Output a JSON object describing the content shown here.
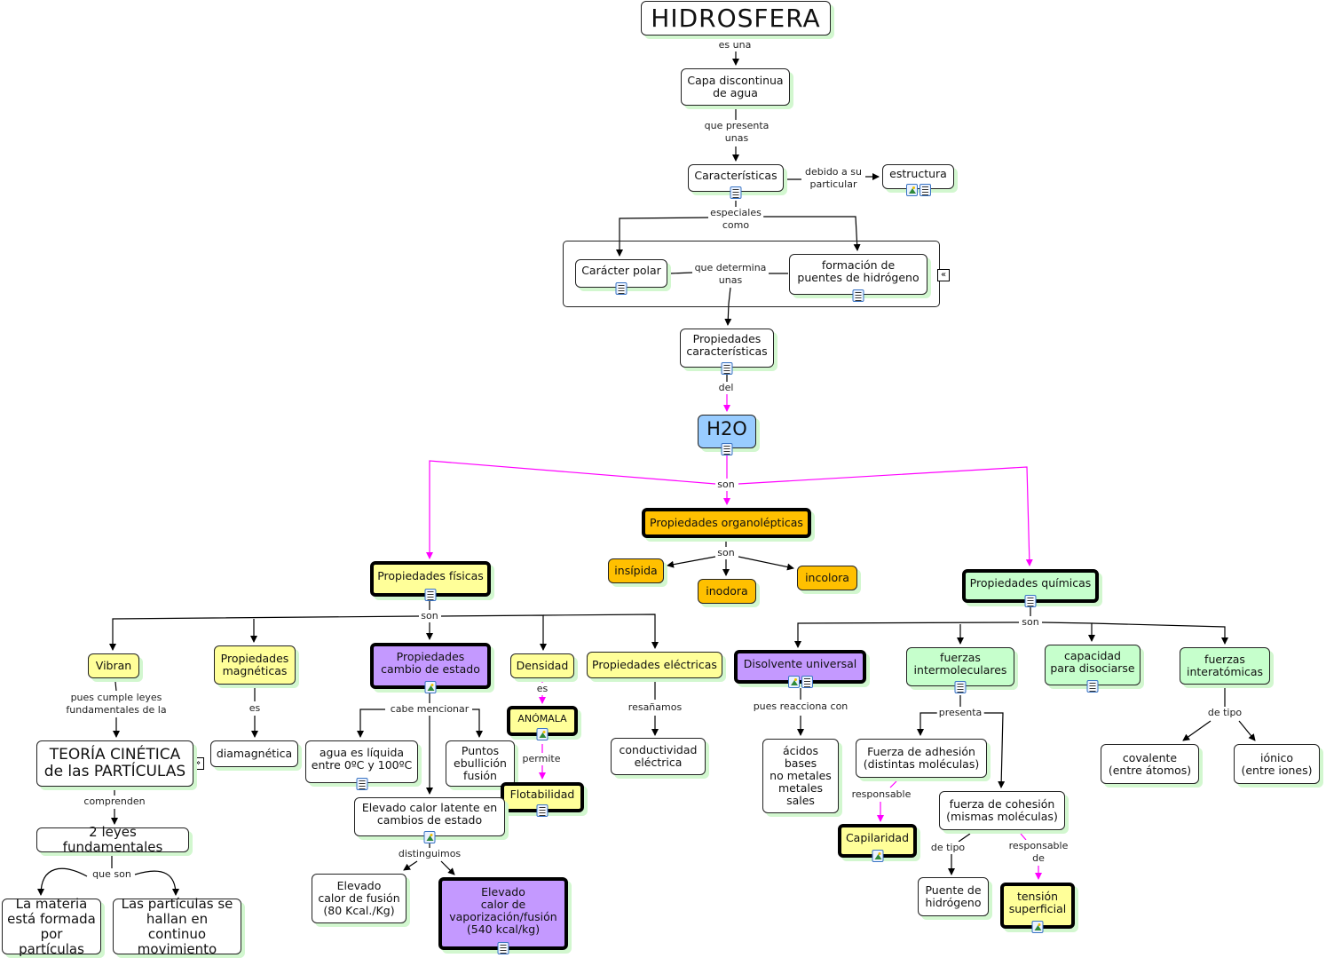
{
  "colors": {
    "yellow": "#ffff99",
    "purple": "#c499ff",
    "orange": "#ffc000",
    "green": "#c6ffcc",
    "blue": "#99ccff",
    "white": "#ffffff",
    "magenta": "#ff00ff",
    "line": "#000000"
  },
  "nodes": [
    {
      "id": "hidrosfera",
      "label": "HIDROSFERA",
      "fill": "#ffffff"
    },
    {
      "id": "capa-discontinua",
      "label": "Capa discontinua\nde agua",
      "fill": "#ffffff"
    },
    {
      "id": "caracteristicas",
      "label": "Características",
      "fill": "#ffffff",
      "icons": [
        "doc"
      ]
    },
    {
      "id": "estructura",
      "label": "estructura",
      "fill": "#ffffff",
      "icons": [
        "image",
        "doc"
      ]
    },
    {
      "id": "caracter-polar",
      "label": "Carácter polar",
      "fill": "#ffffff",
      "icons": [
        "doc"
      ]
    },
    {
      "id": "puentes-hidrogeno",
      "label": "formación de\npuentes de hidrógeno",
      "fill": "#ffffff",
      "icons": [
        "doc"
      ]
    },
    {
      "id": "propiedades-caracteristicas",
      "label": "Propiedades\ncaracterísticas",
      "fill": "#ffffff",
      "icons": [
        "doc"
      ]
    },
    {
      "id": "h2o",
      "label": "H2O",
      "fill": "#99ccff",
      "icons": [
        "doc"
      ]
    },
    {
      "id": "organolepticas",
      "label": "Propiedades organolépticas",
      "fill": "#ffc000",
      "bold": true
    },
    {
      "id": "insipida",
      "label": "insípida",
      "fill": "#ffc000"
    },
    {
      "id": "inodora",
      "label": "inodora",
      "fill": "#ffc000"
    },
    {
      "id": "incolora",
      "label": "incolora",
      "fill": "#ffc000"
    },
    {
      "id": "fisicas",
      "label": "Propiedades físicas",
      "fill": "#ffff99",
      "bold": true,
      "icons": [
        "doc"
      ]
    },
    {
      "id": "quimicas",
      "label": "Propiedades químicas",
      "fill": "#c6ffcc",
      "bold": true,
      "icons": [
        "doc"
      ]
    },
    {
      "id": "vibran",
      "label": "Vibran",
      "fill": "#ffff99"
    },
    {
      "id": "magneticas",
      "label": "Propiedades\nmagnéticas",
      "fill": "#ffff99"
    },
    {
      "id": "cambio-estado",
      "label": "Propiedades\ncambio de estado",
      "fill": "#c499ff",
      "bold": true,
      "icons": [
        "image"
      ]
    },
    {
      "id": "densidad",
      "label": "Densidad",
      "fill": "#ffff99"
    },
    {
      "id": "electricas",
      "label": "Propiedades eléctricas",
      "fill": "#ffff99"
    },
    {
      "id": "disolvente",
      "label": "Disolvente universal",
      "fill": "#c499ff",
      "bold": true,
      "icons": [
        "image",
        "doc"
      ]
    },
    {
      "id": "intermoleculares",
      "label": "fuerzas\nintermoleculares",
      "fill": "#c6ffcc",
      "icons": [
        "doc"
      ]
    },
    {
      "id": "disociarse",
      "label": "capacidad\npara disociarse",
      "fill": "#c6ffcc",
      "icons": [
        "doc"
      ]
    },
    {
      "id": "interatomicas",
      "label": "fuerzas\ninteratómicas",
      "fill": "#c6ffcc"
    },
    {
      "id": "teoria-cinetica",
      "label": "TEORÍA CINÉTICA\nde las PARTÍCULAS",
      "fill": "#ffffff"
    },
    {
      "id": "diamagnetica",
      "label": "diamagnética",
      "fill": "#ffffff"
    },
    {
      "id": "agua-liquida",
      "label": "agua es líquida\nentre 0ºC y 100ºC",
      "fill": "#ffffff",
      "icons": [
        "doc"
      ]
    },
    {
      "id": "puntos-ebullicion",
      "label": "Puntos\nebullición\nfusión",
      "fill": "#ffffff"
    },
    {
      "id": "anomala",
      "label": "ANÓMALA",
      "fill": "#ffff99",
      "bold": true,
      "icons": [
        "image"
      ]
    },
    {
      "id": "flotabilidad",
      "label": "Flotabilidad",
      "fill": "#ffff99",
      "bold": true,
      "icons": [
        "doc"
      ]
    },
    {
      "id": "conductividad",
      "label": "conductividad\neléctrica",
      "fill": "#ffffff"
    },
    {
      "id": "acidos",
      "label": "ácidos\nbases\nno metales\nmetales\nsales",
      "fill": "#ffffff"
    },
    {
      "id": "adhesion",
      "label": "Fuerza de adhesión\n(distintas moléculas)",
      "fill": "#ffffff"
    },
    {
      "id": "cohesion",
      "label": "fuerza de cohesión\n(mismas moléculas)",
      "fill": "#ffffff"
    },
    {
      "id": "capilaridad",
      "label": "Capilaridad",
      "fill": "#ffff99",
      "bold": true,
      "icons": [
        "image"
      ]
    },
    {
      "id": "puente-hidrogeno",
      "label": "Puente de\nhidrógeno",
      "fill": "#ffffff"
    },
    {
      "id": "tension",
      "label": "tensión\nsuperficial",
      "fill": "#ffff99",
      "bold": true,
      "icons": [
        "image"
      ]
    },
    {
      "id": "covalente",
      "label": "covalente\n(entre átomos)",
      "fill": "#ffffff"
    },
    {
      "id": "ionico",
      "label": "iónico\n(entre iones)",
      "fill": "#ffffff"
    },
    {
      "id": "leyes",
      "label": "2 leyes fundamentales",
      "fill": "#ffffff"
    },
    {
      "id": "calor-latente",
      "label": "Elevado calor latente en\ncambios de estado",
      "fill": "#ffffff",
      "icons": [
        "image"
      ]
    },
    {
      "id": "calor-fusion",
      "label": "Elevado\ncalor de fusión\n(80 Kcal./Kg)",
      "fill": "#ffffff"
    },
    {
      "id": "calor-vaporizacion",
      "label": "Elevado\ncalor de\nvaporización/fusión\n(540 kcal/kg)",
      "fill": "#c499ff",
      "bold": true,
      "icons": [
        "doc"
      ]
    },
    {
      "id": "materia",
      "label": "La materia\nestá formada\npor partículas",
      "fill": "#ffffff"
    },
    {
      "id": "particulas",
      "label": "Las partículas se\nhallan en continuo\nmovimiento",
      "fill": "#ffffff"
    }
  ],
  "links": [
    {
      "id": "es-una",
      "label": "es una"
    },
    {
      "id": "que-presenta",
      "label": "que presenta\nunas"
    },
    {
      "id": "debido",
      "label": "debido a su\nparticular"
    },
    {
      "id": "especiales",
      "label": "especiales\ncomo"
    },
    {
      "id": "que-determina",
      "label": "que determina\nunas"
    },
    {
      "id": "del",
      "label": "del"
    },
    {
      "id": "son-h2o",
      "label": "son"
    },
    {
      "id": "son-organo",
      "label": "son"
    },
    {
      "id": "son-fisicas",
      "label": "son"
    },
    {
      "id": "son-quimicas",
      "label": "son"
    },
    {
      "id": "pues-cumple",
      "label": "pues cumple leyes\nfundamentales de la"
    },
    {
      "id": "es-magn",
      "label": "es"
    },
    {
      "id": "cabe-mencionar",
      "label": "cabe mencionar"
    },
    {
      "id": "es-densidad",
      "label": "es"
    },
    {
      "id": "permite",
      "label": "permite"
    },
    {
      "id": "resanamos",
      "label": "resañamos"
    },
    {
      "id": "pues-reacciona",
      "label": "pues reacciona con"
    },
    {
      "id": "presenta",
      "label": "presenta"
    },
    {
      "id": "de-tipo-inter",
      "label": "de tipo"
    },
    {
      "id": "comprenden",
      "label": "comprenden"
    },
    {
      "id": "que-son",
      "label": "que son"
    },
    {
      "id": "distinguimos",
      "label": "distinguimos"
    },
    {
      "id": "responsable",
      "label": "responsable"
    },
    {
      "id": "de-tipo-cohesion",
      "label": "de tipo"
    },
    {
      "id": "responsable-de",
      "label": "responsable\nde"
    }
  ]
}
